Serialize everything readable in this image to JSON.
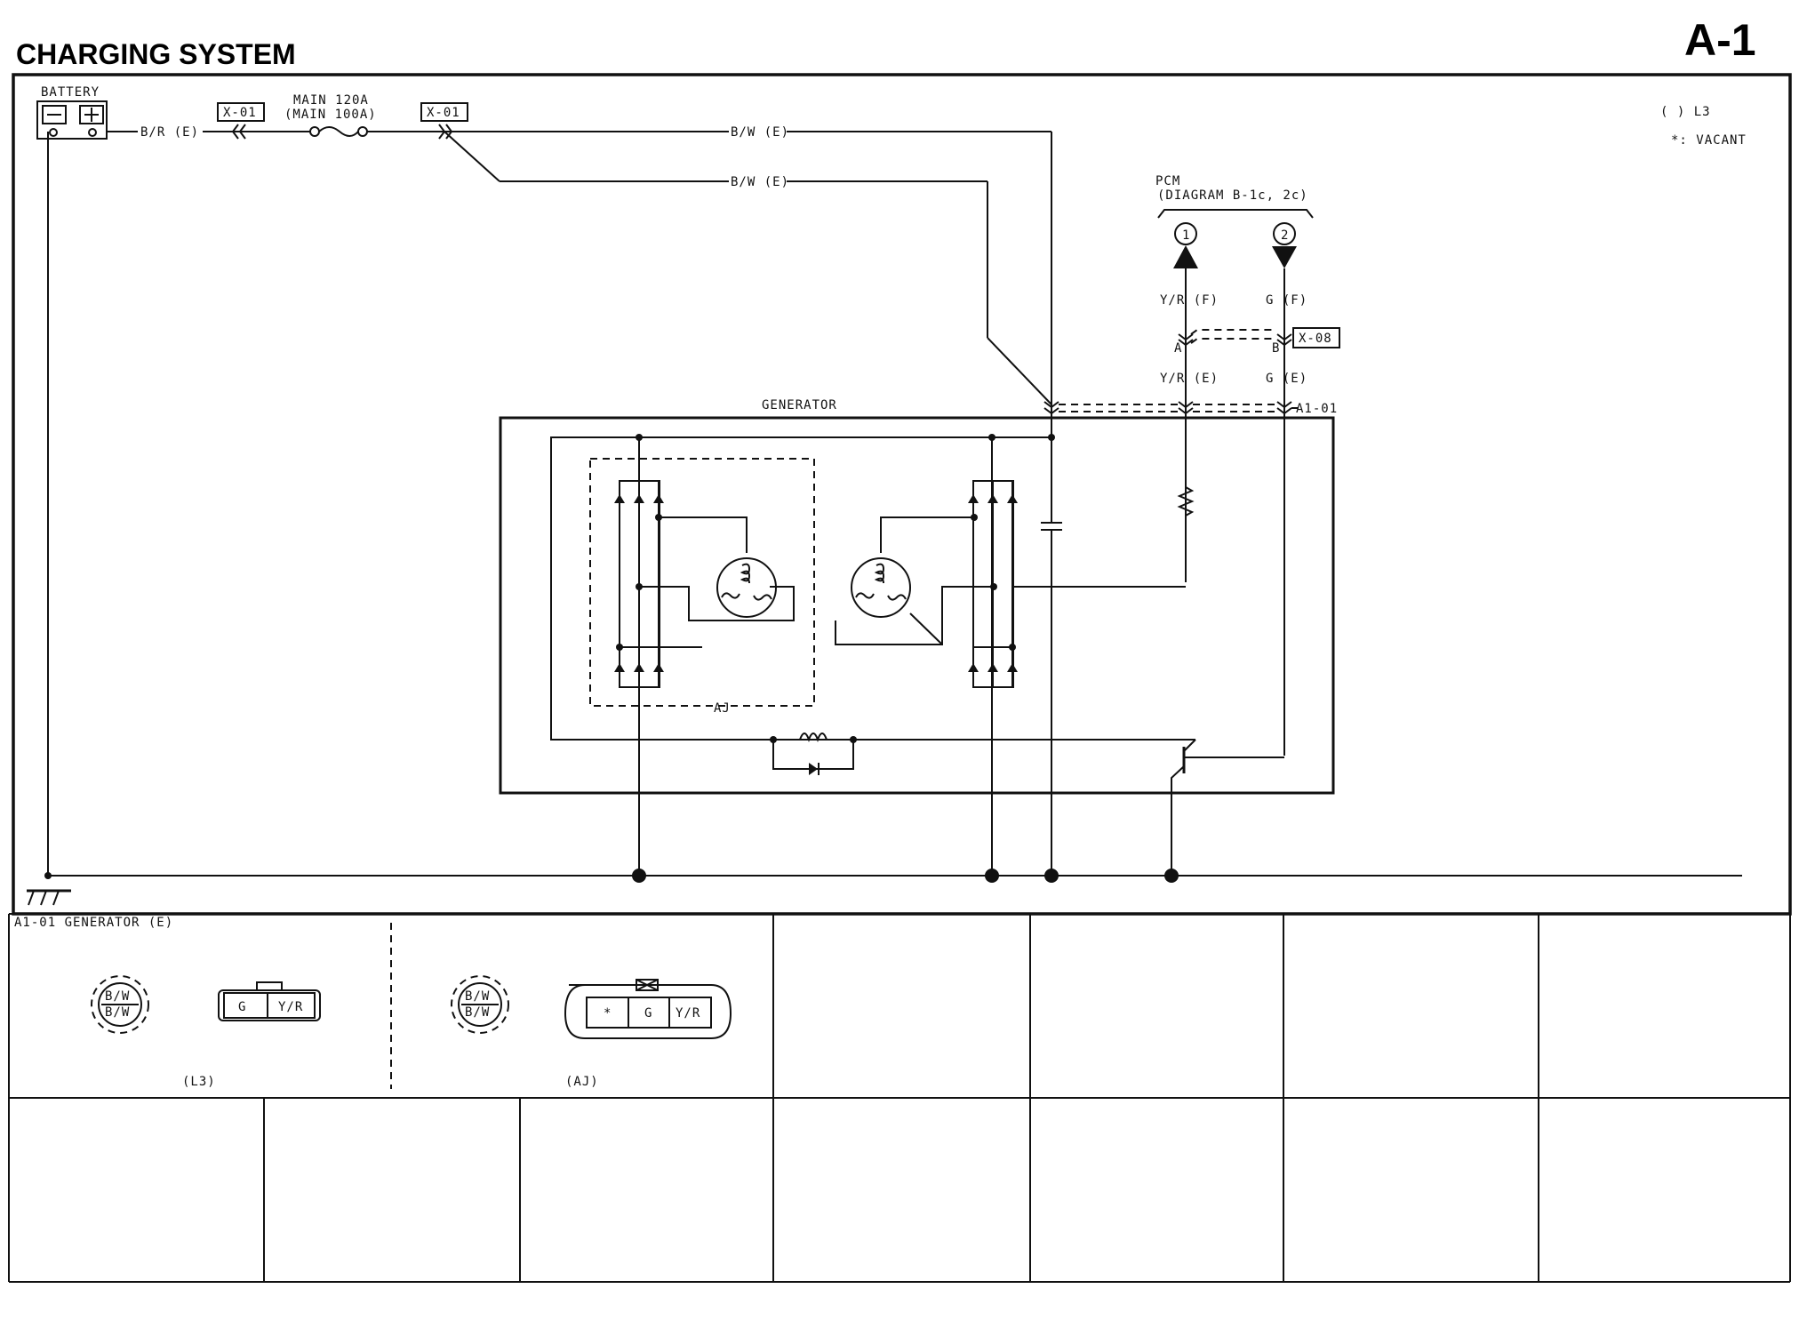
{
  "page": {
    "title": "CHARGING SYSTEM",
    "page_code": "A-1"
  },
  "legend": {
    "l3_note": "( ) L3",
    "vacant_note": "*: VACANT"
  },
  "components": {
    "battery": "BATTERY",
    "fuse_main_1": "MAIN 120A",
    "fuse_main_2": "(MAIN 100A)",
    "connector_x01_a": "X-01",
    "connector_x01_b": "X-01",
    "connector_x08": "X-08",
    "connector_a101": "A1-01",
    "pcm_1": "PCM",
    "pcm_2": "(DIAGRAM B-1c, 2c)",
    "pin_1": "1",
    "pin_2": "2",
    "generator": "GENERATOR",
    "aj_box": "AJ"
  },
  "wires": {
    "br": "B/R (E)",
    "bw_1": "B/W (E)",
    "bw_2": "B/W (E)",
    "yr_f": "Y/R (F)",
    "g_f": "G (F)",
    "yr_e": "Y/R (E)",
    "g_e": "G (E)",
    "pin_a": "A",
    "pin_b": "B"
  },
  "connector_views": {
    "header": "A1-01 GENERATOR (E)",
    "ring_top": "B/W",
    "ring_bottom": "B/W",
    "l3_pin_g": "G",
    "l3_pin_yr": "Y/R",
    "l3_caption": "(L3)",
    "aj_ring_top": "B/W",
    "aj_ring_bottom": "B/W",
    "aj_pin_star": "*",
    "aj_pin_g": "G",
    "aj_pin_yr": "Y/R",
    "aj_caption": "(AJ)"
  }
}
